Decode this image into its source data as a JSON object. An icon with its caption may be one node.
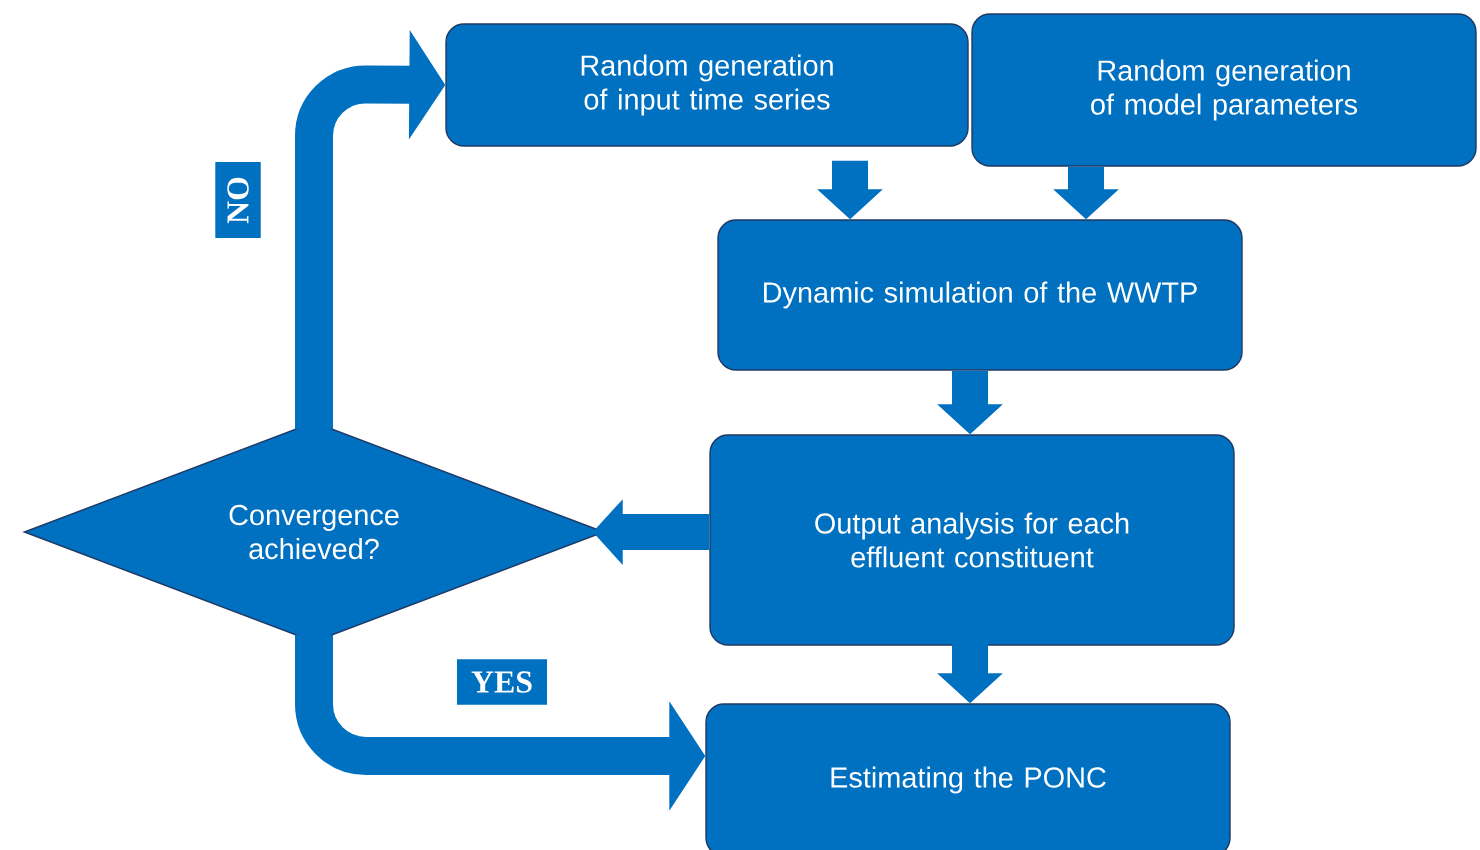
{
  "diagram": {
    "nodes": [
      {
        "text": [
          "Random generation of input time series"
        ]
      },
      {
        "text": [
          "Random generation of model parameters"
        ]
      },
      {
        "text": [
          "Dynamic simulation of the WWTP"
        ]
      },
      {
        "text": [
          "Output analysis for each effluent constituent"
        ]
      },
      {
        "text": [
          "Convergence achieved?"
        ]
      },
      {
        "text": [
          "Estimating the PONC"
        ]
      }
    ],
    "edges": [
      {
        "from": 0,
        "to": 2,
        "arrow": "to"
      },
      {
        "from": 1,
        "to": 2,
        "arrow": "to"
      },
      {
        "from": 2,
        "to": 3,
        "arrow": "to"
      },
      {
        "from": 3,
        "to": 4,
        "arrow": "to"
      },
      {
        "from": 4,
        "to": 0,
        "arrow": "to",
        "label": "NO"
      },
      {
        "from": 4,
        "to": 5,
        "arrow": "to",
        "label": "YES"
      },
      {
        "from": 3,
        "to": 5,
        "arrow": "to"
      }
    ]
  }
}
